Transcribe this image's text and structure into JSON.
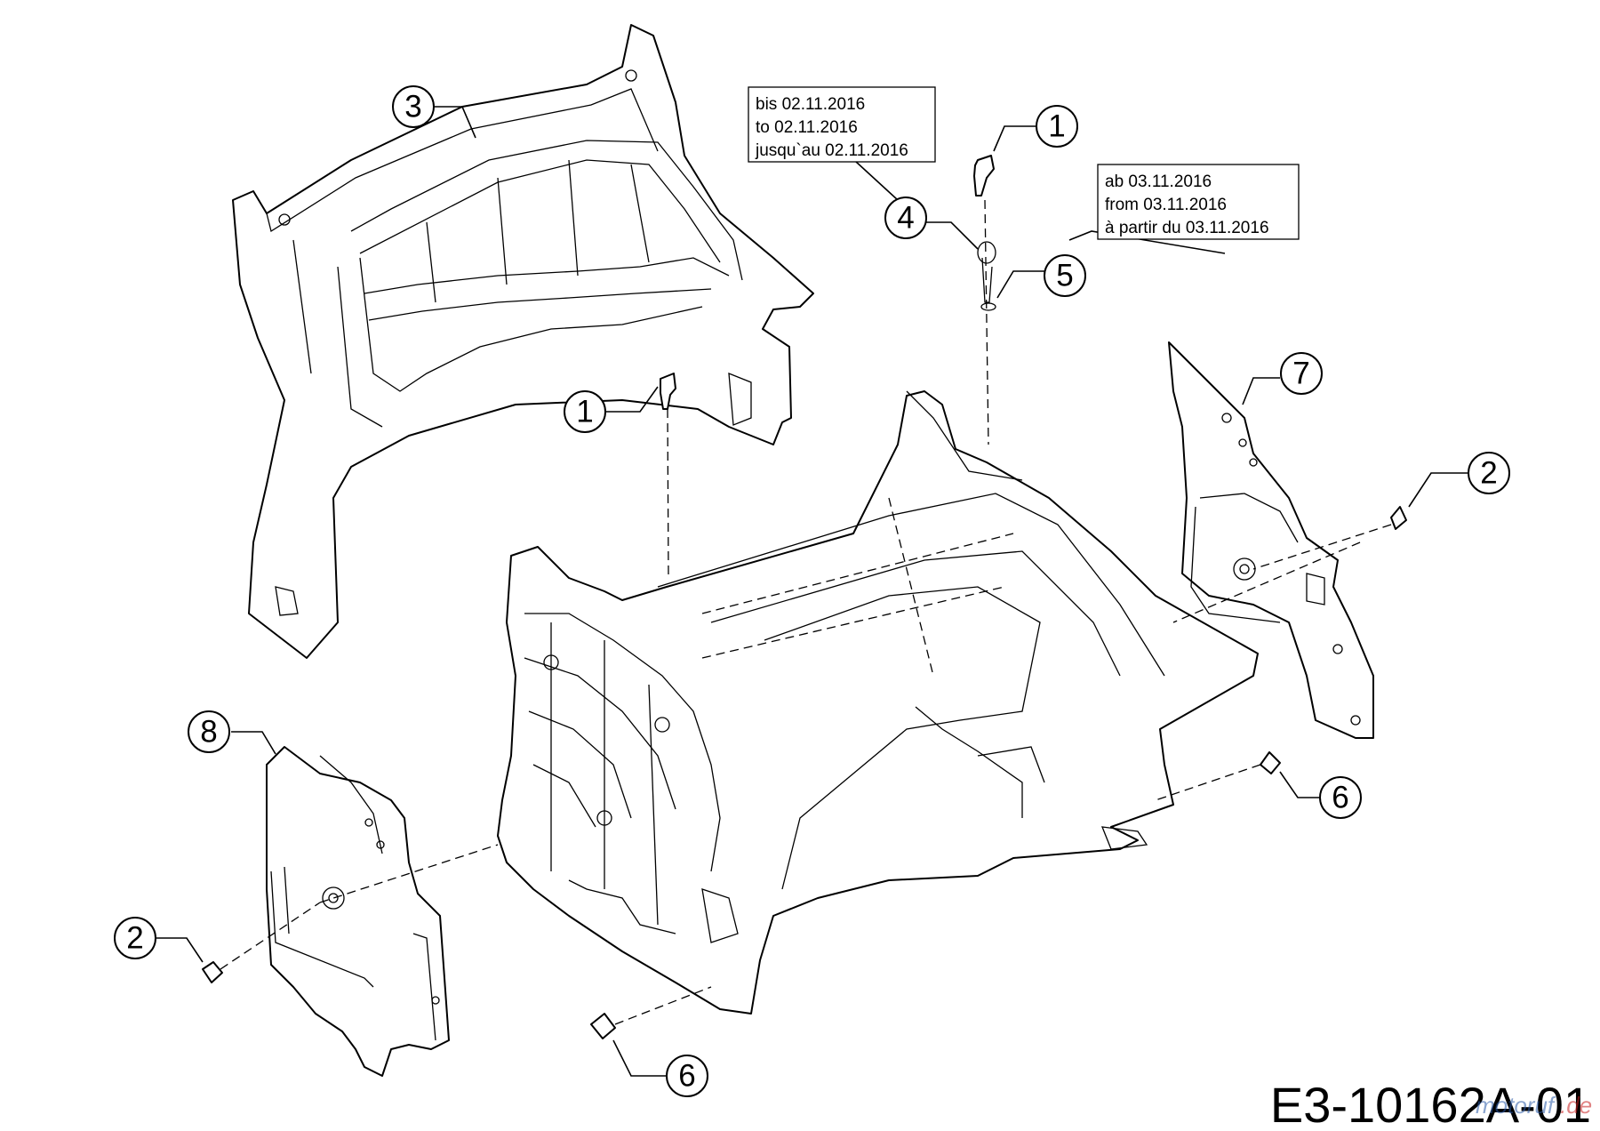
{
  "callouts": [
    {
      "id": "c3",
      "number": "3"
    },
    {
      "id": "c1a",
      "number": "1"
    },
    {
      "id": "c1b",
      "number": "1"
    },
    {
      "id": "c4",
      "number": "4"
    },
    {
      "id": "c5",
      "number": "5"
    },
    {
      "id": "c7",
      "number": "7"
    },
    {
      "id": "c2a",
      "number": "2"
    },
    {
      "id": "c8",
      "number": "8"
    },
    {
      "id": "c2b",
      "number": "2"
    },
    {
      "id": "c6a",
      "number": "6"
    },
    {
      "id": "c6b",
      "number": "6"
    }
  ],
  "notes": {
    "before": [
      "bis 02.11.2016",
      "to 02.11.2016",
      "jusqu`au 02.11.2016"
    ],
    "after": [
      "ab 03.11.2016",
      "from 03.11.2016",
      "à partir du 03.11.2016"
    ]
  },
  "diagram_code": "E3-10162A-01",
  "watermark": "motoruf",
  "watermark_suffix": ".de",
  "colors": {
    "line": "#000000",
    "background": "#ffffff",
    "watermark_blue": "#2a5aa8",
    "watermark_red": "#c81e1e"
  }
}
